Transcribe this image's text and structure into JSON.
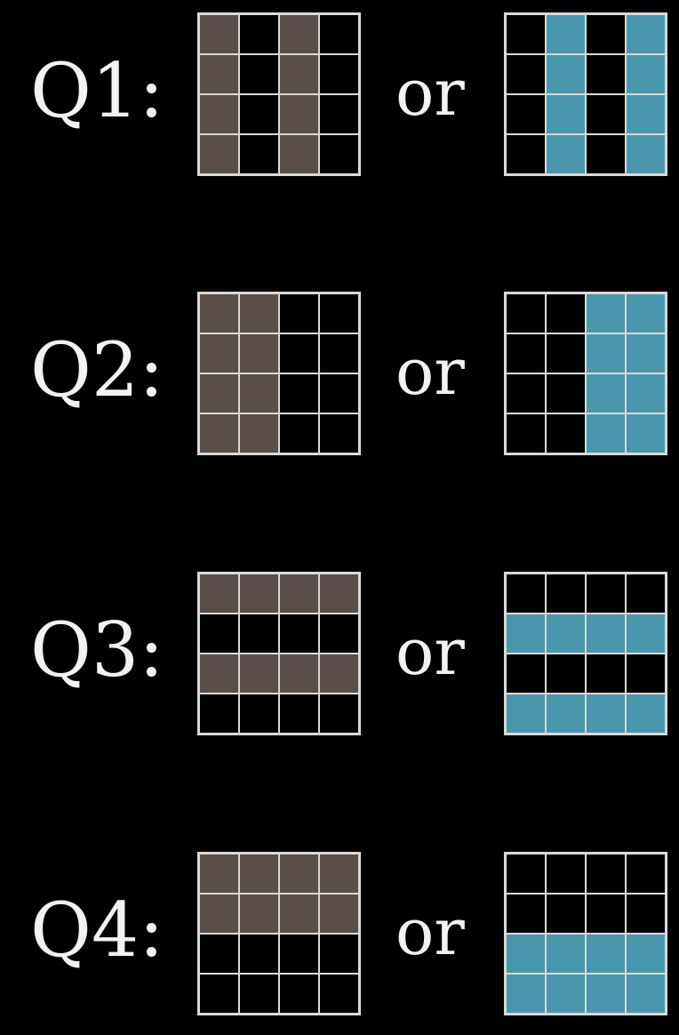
{
  "colors": {
    "background": "#000000",
    "text": "#f2f2f2",
    "grid_line": "#d9d9d9",
    "left_fill": "#5a4f48",
    "right_fill": "#4a97ad"
  },
  "questions": [
    {
      "label": "Q1:",
      "or": "or",
      "left_grid": [
        [
          1,
          0,
          1,
          0
        ],
        [
          1,
          0,
          1,
          0
        ],
        [
          1,
          0,
          1,
          0
        ],
        [
          1,
          0,
          1,
          0
        ]
      ],
      "right_grid": [
        [
          0,
          1,
          0,
          1
        ],
        [
          0,
          1,
          0,
          1
        ],
        [
          0,
          1,
          0,
          1
        ],
        [
          0,
          1,
          0,
          1
        ]
      ]
    },
    {
      "label": "Q2:",
      "or": "or",
      "left_grid": [
        [
          1,
          1,
          0,
          0
        ],
        [
          1,
          1,
          0,
          0
        ],
        [
          1,
          1,
          0,
          0
        ],
        [
          1,
          1,
          0,
          0
        ]
      ],
      "right_grid": [
        [
          0,
          0,
          1,
          1
        ],
        [
          0,
          0,
          1,
          1
        ],
        [
          0,
          0,
          1,
          1
        ],
        [
          0,
          0,
          1,
          1
        ]
      ]
    },
    {
      "label": "Q3:",
      "or": "or",
      "left_grid": [
        [
          1,
          1,
          1,
          1
        ],
        [
          0,
          0,
          0,
          0
        ],
        [
          1,
          1,
          1,
          1
        ],
        [
          0,
          0,
          0,
          0
        ]
      ],
      "right_grid": [
        [
          0,
          0,
          0,
          0
        ],
        [
          1,
          1,
          1,
          1
        ],
        [
          0,
          0,
          0,
          0
        ],
        [
          1,
          1,
          1,
          1
        ]
      ]
    },
    {
      "label": "Q4:",
      "or": "or",
      "left_grid": [
        [
          1,
          1,
          1,
          1
        ],
        [
          1,
          1,
          1,
          1
        ],
        [
          0,
          0,
          0,
          0
        ],
        [
          0,
          0,
          0,
          0
        ]
      ],
      "right_grid": [
        [
          0,
          0,
          0,
          0
        ],
        [
          0,
          0,
          0,
          0
        ],
        [
          1,
          1,
          1,
          1
        ],
        [
          1,
          1,
          1,
          1
        ]
      ]
    }
  ]
}
